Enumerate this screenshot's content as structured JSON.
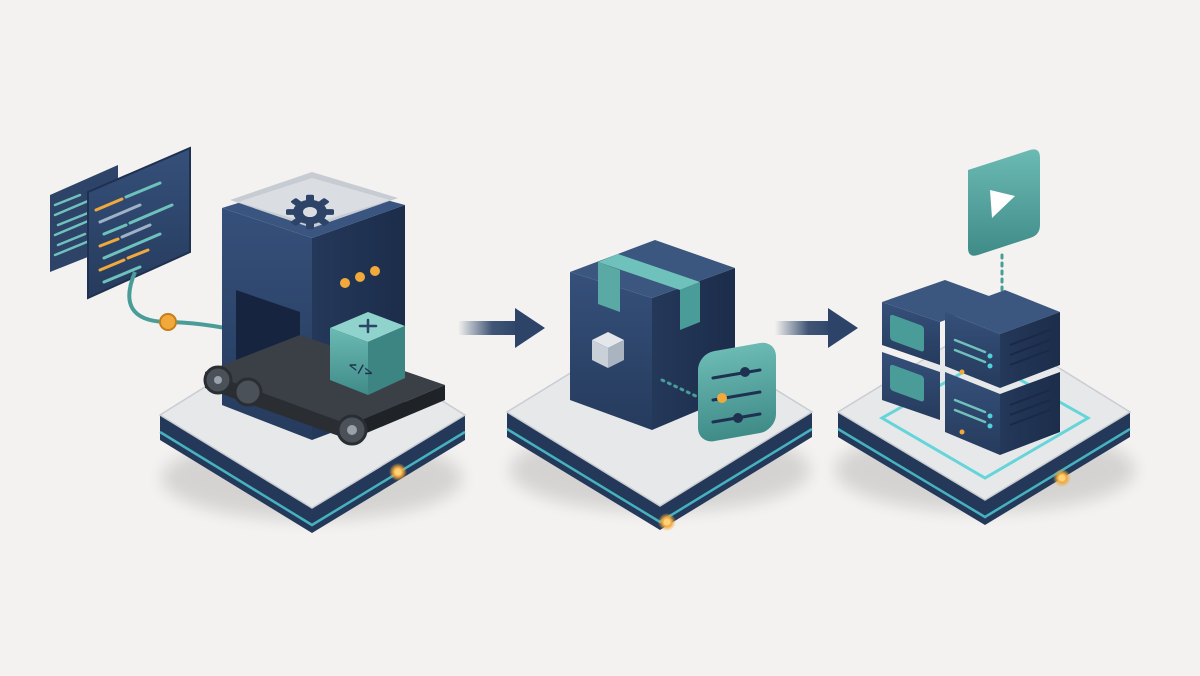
{
  "diagram": {
    "stages": [
      {
        "id": "build",
        "icons": [
          "code-editor-icon",
          "gear-icon",
          "code-tag-icon",
          "plus-icon"
        ],
        "code_tag": "</>"
      },
      {
        "id": "package",
        "icons": [
          "package-box-icon",
          "cube-icon",
          "settings-sliders-icon"
        ]
      },
      {
        "id": "deploy",
        "icons": [
          "server-rack-icon",
          "play-icon"
        ]
      }
    ],
    "connectors": [
      "arrow-right-icon",
      "arrow-right-icon"
    ]
  },
  "colors": {
    "background": "#f3f2f0",
    "navy": "#2d4468",
    "navy_dark": "#1f3150",
    "teal": "#4a9c98",
    "teal_light": "#6fc2bc",
    "platform_top": "#e6e8ea",
    "glow": "#4fd1d6",
    "amber": "#f2a93b"
  }
}
